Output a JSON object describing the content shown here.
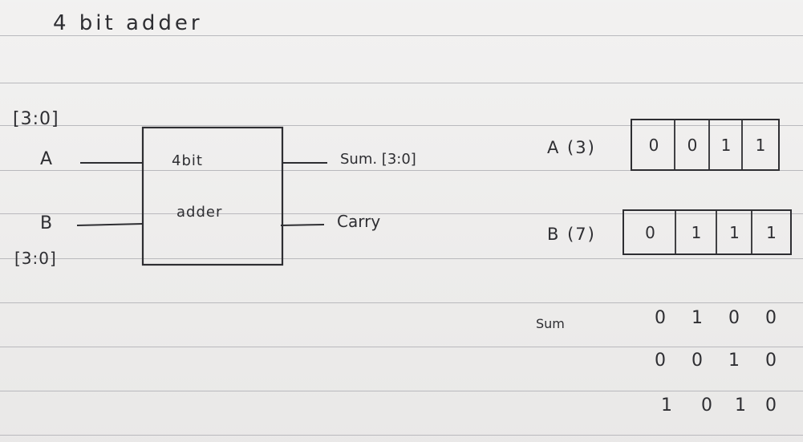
{
  "title": "4 bit adder",
  "inputs": {
    "range_top": "[3:0]",
    "a_label": "A",
    "b_label": "B",
    "range_bottom": "[3:0]"
  },
  "block": {
    "line1": "4bit",
    "line2": "adder"
  },
  "outputs": {
    "sum_label": "Sum. [3:0]",
    "carry_label": "Carry"
  },
  "register_a": {
    "label": "A (3)",
    "bits": [
      "0",
      "0",
      "1",
      "1"
    ]
  },
  "register_b": {
    "label": "B (7)",
    "bits": [
      "0",
      "1",
      "1",
      "1"
    ]
  },
  "calculation": {
    "label": "Sum",
    "rows": [
      [
        "0",
        "1",
        "0",
        "0"
      ],
      [
        "0",
        "0",
        "1",
        "0"
      ],
      [
        "1",
        "0",
        "1",
        "0"
      ]
    ]
  }
}
